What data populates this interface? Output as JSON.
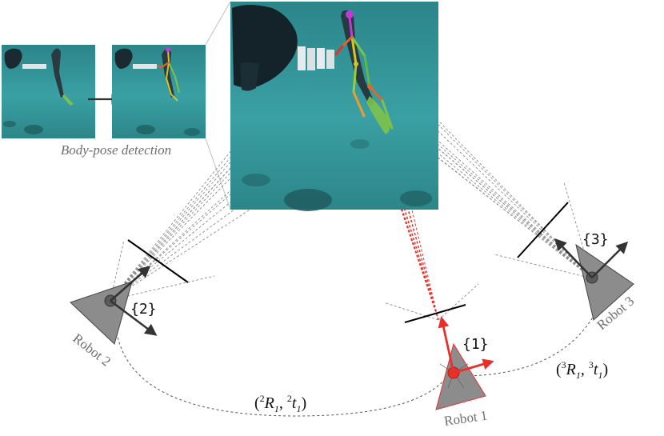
{
  "caption": "Body-pose detection",
  "frames": [
    {
      "id": "1"
    },
    {
      "id": "2"
    },
    {
      "id": "3"
    }
  ],
  "robots": [
    "Robot 1",
    "Robot 2",
    "Robot 3"
  ],
  "frame_labels": [
    "{1}",
    "{2}",
    "{3}"
  ],
  "transforms": {
    "t21": {
      "sup1": "2",
      "R": "R",
      "sub1": "1",
      "sep": ", ",
      "sup2": "2",
      "t": "t",
      "sub2": "1"
    },
    "t31": {
      "sup1": "3",
      "R": "R",
      "sub1": "1",
      "sep": ", ",
      "sup2": "3",
      "t": "t",
      "sub2": "1"
    }
  },
  "colors": {
    "water_dark": "#1f6f75",
    "water_mid": "#2f8f95",
    "water_light": "#4fb0b3",
    "robot_fill": "#8c8c8c",
    "robot_edge": "#444444",
    "accent_red": "#e8302a",
    "axis_dark": "#333333",
    "ray_gray": "#8a8a8a",
    "label_gray": "#6f6f6f"
  }
}
